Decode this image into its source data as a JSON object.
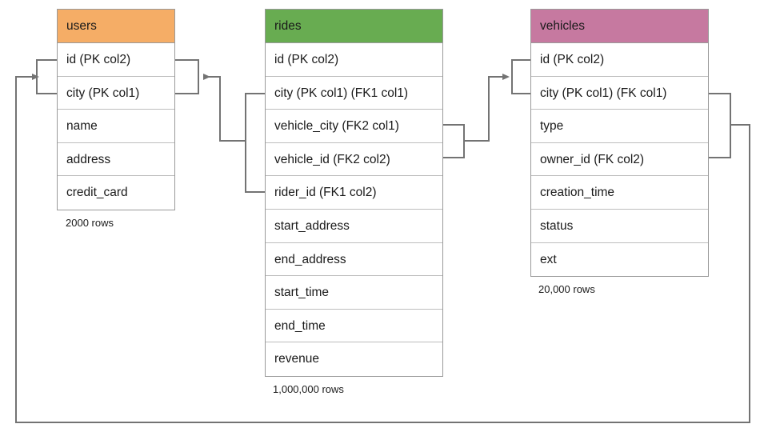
{
  "diagram": {
    "type": "entity-relationship-diagram",
    "background": "#ffffff",
    "line_color": "#737373",
    "tables": [
      {
        "id": "users",
        "name": "users",
        "header_color": "#f5ad66",
        "row_count_label": "2000 rows",
        "columns": [
          "id (PK col2)",
          "city (PK col1)",
          "name",
          "address",
          "credit_card"
        ]
      },
      {
        "id": "rides",
        "name": "rides",
        "header_color": "#68ac51",
        "row_count_label": "1,000,000 rows",
        "columns": [
          "id (PK col2)",
          "city (PK col1) (FK1 col1)",
          "vehicle_city (FK2 col1)",
          "vehicle_id (FK2 col2)",
          "rider_id (FK1 col2)",
          "start_address",
          "end_address",
          "start_time",
          "end_time",
          "revenue"
        ]
      },
      {
        "id": "vehicles",
        "name": "vehicles",
        "header_color": "#c679a0",
        "row_count_label": "20,000 rows",
        "columns": [
          "id (PK col2)",
          "city (PK col1) (FK col1)",
          "type",
          "owner_id (FK col2)",
          "creation_time",
          "status",
          "ext"
        ]
      }
    ],
    "relationships": [
      {
        "id": "rides-to-users",
        "from_table": "rides",
        "from_columns": [
          "city (PK col1) (FK1 col1)",
          "rider_id (FK1 col2)"
        ],
        "to_table": "users",
        "to_columns": [
          "id (PK col2)",
          "city (PK col1)"
        ],
        "arrow": "points-left-into-users"
      },
      {
        "id": "rides-to-vehicles",
        "from_table": "rides",
        "from_columns": [
          "vehicle_city (FK2 col1)",
          "vehicle_id (FK2 col2)"
        ],
        "to_table": "vehicles",
        "to_columns": [
          "id (PK col2)",
          "city (PK col1) (FK col1)"
        ],
        "arrow": "points-right-into-vehicles"
      },
      {
        "id": "vehicles-to-users",
        "from_table": "vehicles",
        "from_columns": [
          "city (PK col1) (FK col1)",
          "owner_id (FK col2)"
        ],
        "to_table": "users",
        "to_columns": [
          "id (PK col2)",
          "city (PK col1)"
        ],
        "arrow": "points-right-into-users",
        "routing": "around-bottom"
      }
    ]
  }
}
